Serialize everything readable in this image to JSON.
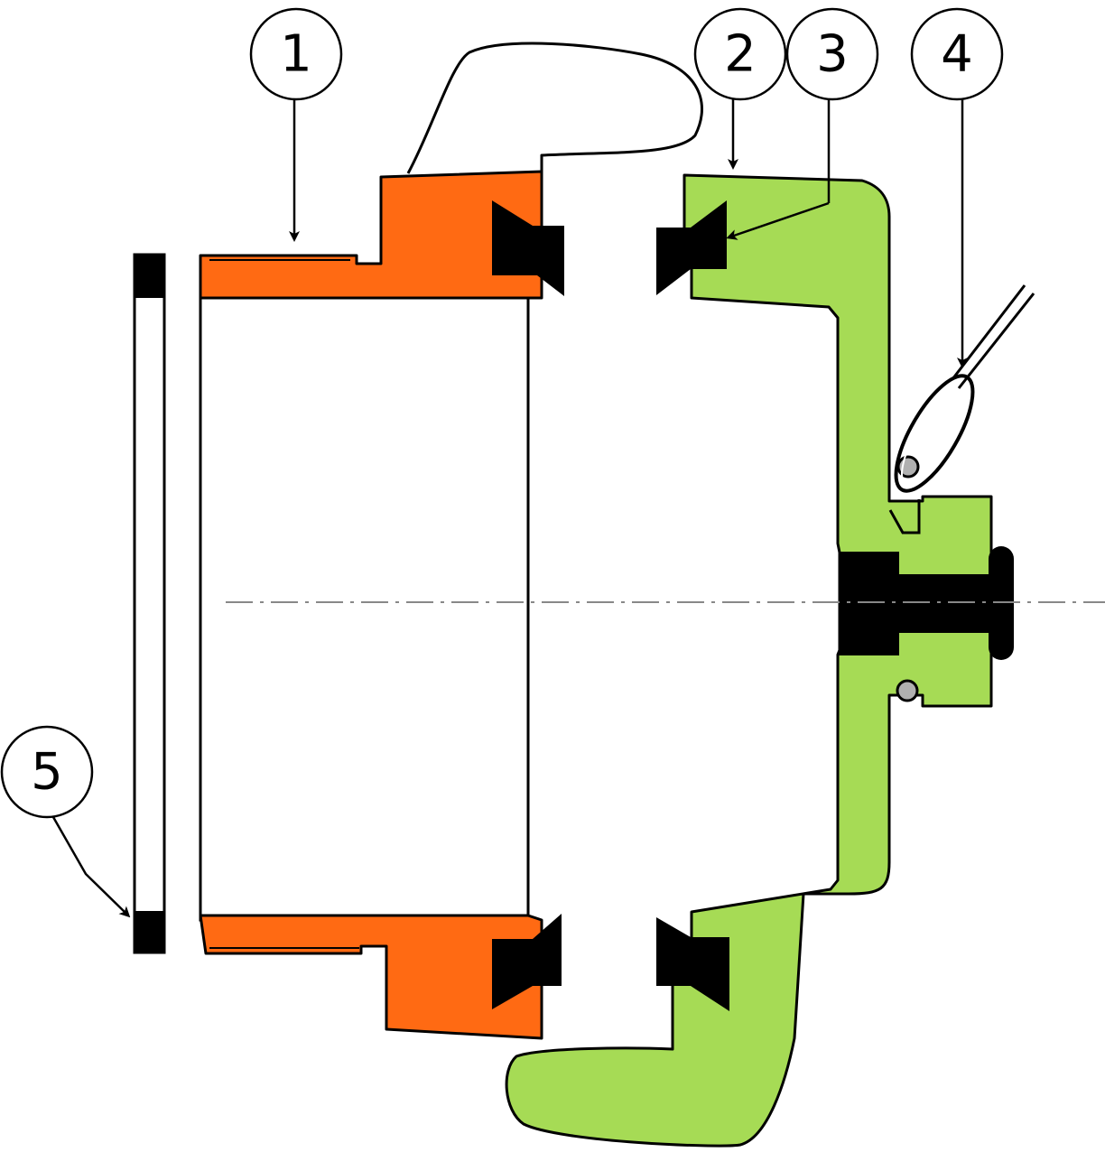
{
  "colors": {
    "orange_part": "#FF6A13",
    "green_part": "#A6DB55",
    "seal": "#000000",
    "outline": "#000000",
    "centerline": "#888888",
    "background": "#ffffff"
  },
  "callouts": [
    {
      "label": "1"
    },
    {
      "label": "2"
    },
    {
      "label": "3"
    },
    {
      "label": "4"
    },
    {
      "label": "5"
    }
  ]
}
